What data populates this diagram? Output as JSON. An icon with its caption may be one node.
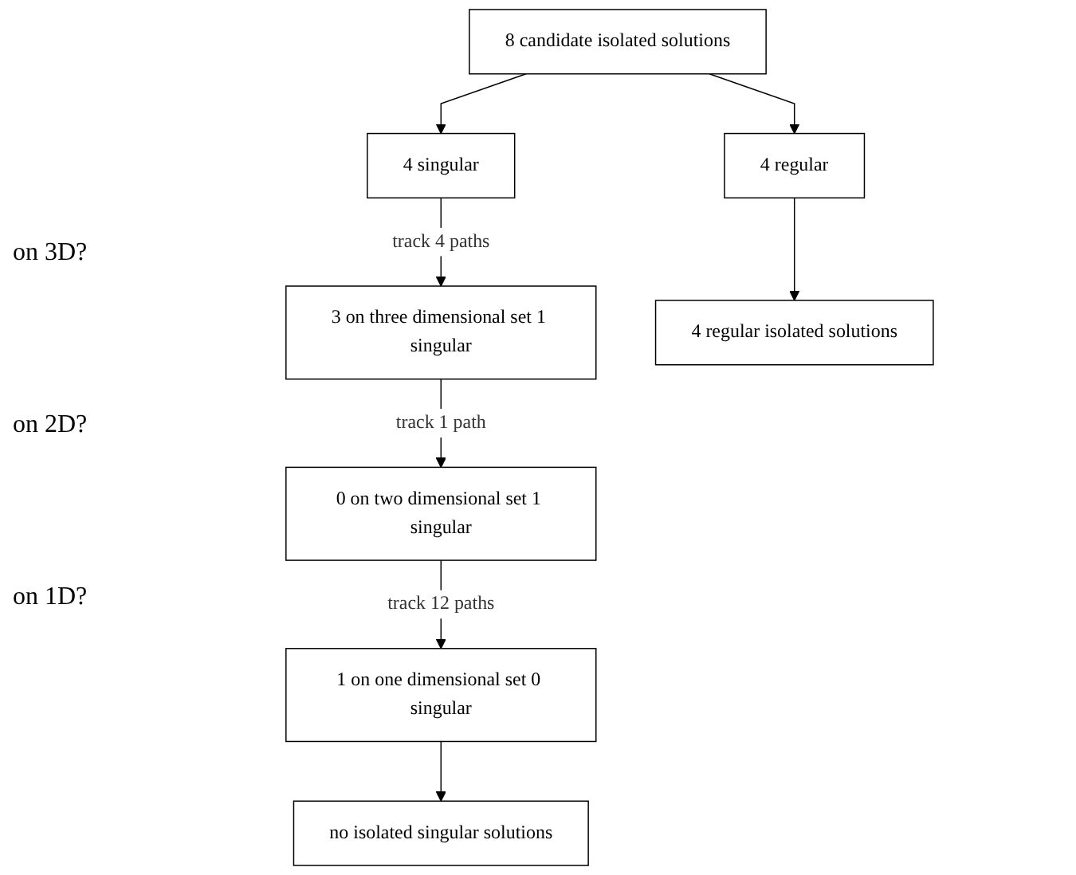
{
  "diagram": {
    "nodes": [
      {
        "text": [
          "8 candidate isolated solutions"
        ]
      },
      {
        "text": [
          "4 regular"
        ]
      },
      {
        "text": [
          "4 singular"
        ]
      },
      {
        "text": [
          "3 on three dimensional set 1 singular"
        ]
      },
      {
        "text": [
          "0 on two dimensional set 1 singular"
        ]
      },
      {
        "text": [
          "1 on one dimensional set 0 singular"
        ]
      },
      {
        "text": [
          "4 regular isolated solutions"
        ]
      },
      {
        "text": [
          "no isolated singular solutions"
        ]
      }
    ],
    "edges": [
      {
        "from": 0,
        "to": 1,
        "arrow": "to"
      },
      {
        "from": 0,
        "to": 2,
        "arrow": "to"
      },
      {
        "from": 1,
        "to": 6,
        "arrow": "to"
      },
      {
        "from": 2,
        "to": 3,
        "arrow": "to",
        "label": "track 4 paths"
      },
      {
        "from": 3,
        "to": 4,
        "arrow": "to",
        "label": "track 1 path"
      },
      {
        "from": 4,
        "to": 5,
        "arrow": "to",
        "label": "track 12 paths"
      },
      {
        "from": 5,
        "to": 7,
        "arrow": "to"
      }
    ],
    "labels": [
      "on 3D?",
      "on 2D?",
      "on 1D?"
    ]
  }
}
